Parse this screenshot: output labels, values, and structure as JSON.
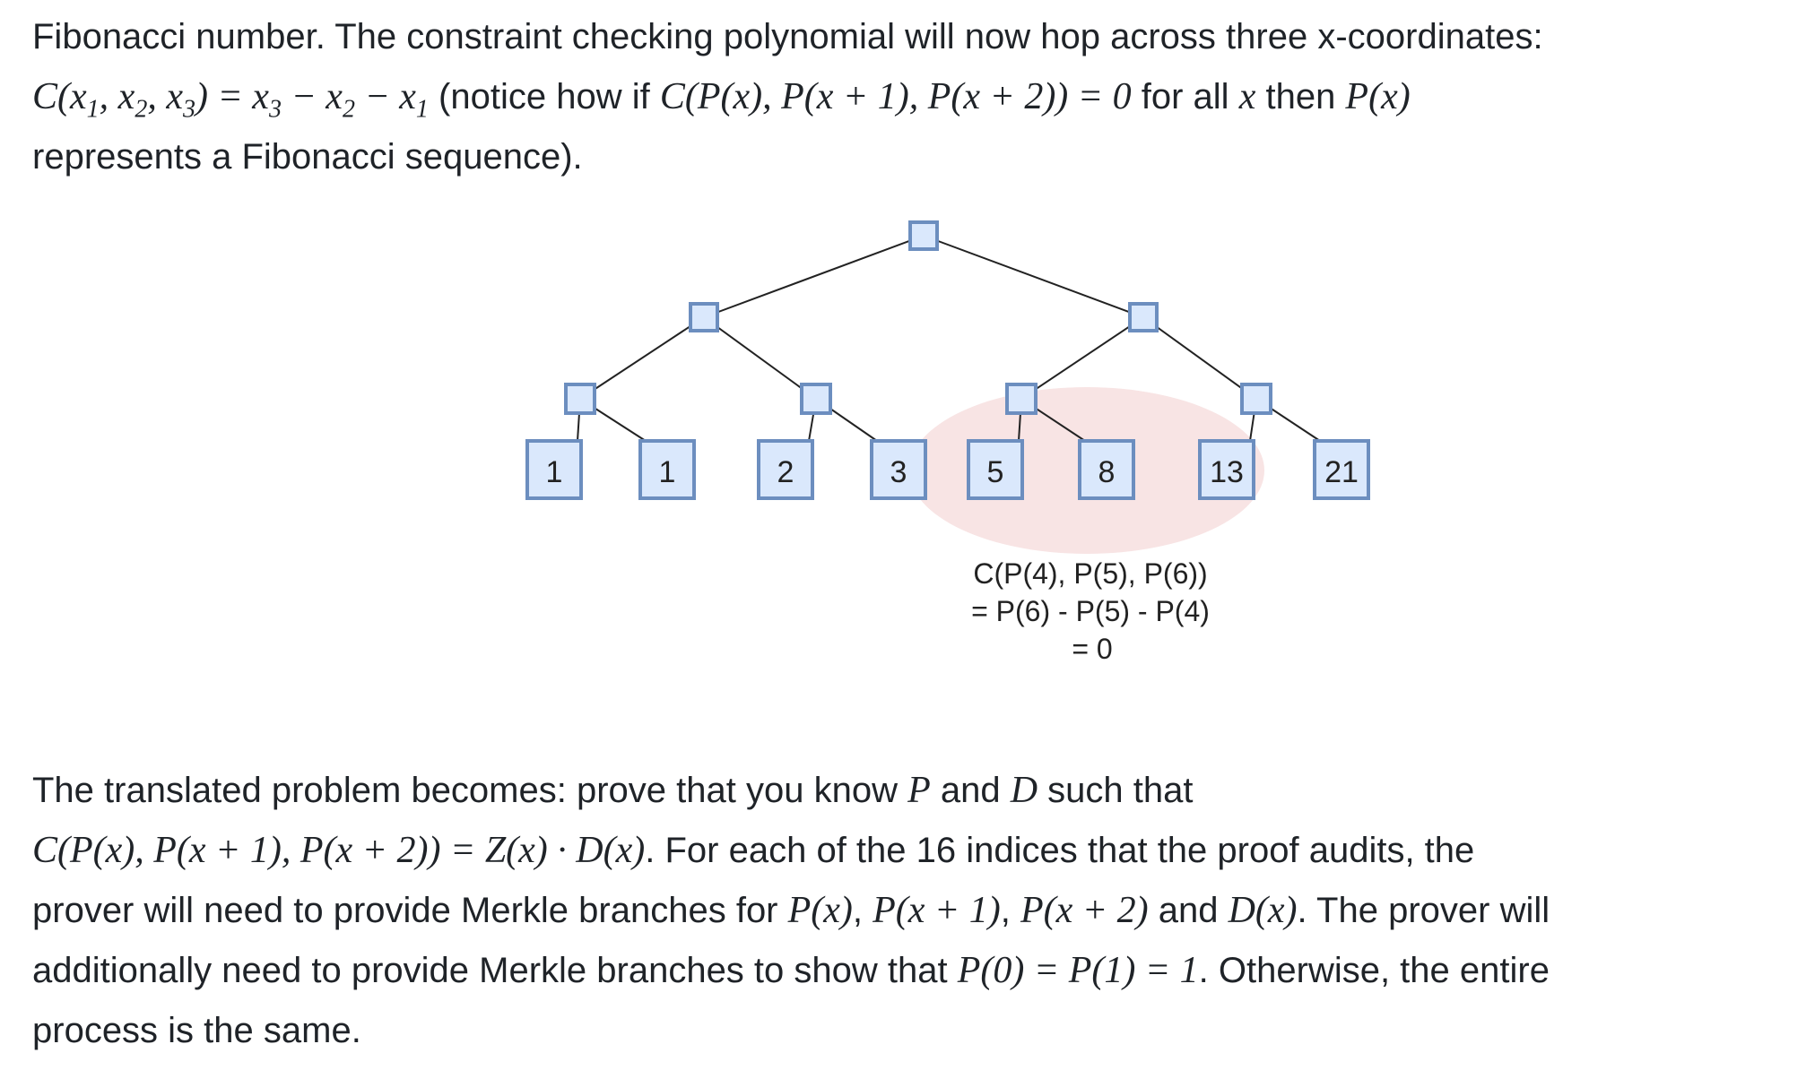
{
  "para1": {
    "s1": "Fibonacci number. The constraint checking polynomial will now hop across three x-coordinates:",
    "eq1": "C(x",
    "eq1_sub1": "1",
    "eq1_b": ", x",
    "eq1_sub2": "2",
    "eq1_c": ", x",
    "eq1_sub3": "3",
    "eq1_d": ") = x",
    "eq1_sub4": "3",
    "eq1_e": " − x",
    "eq1_sub5": "2",
    "eq1_f": " − x",
    "eq1_sub6": "1",
    "s2": " (notice how if ",
    "eq2": "C(P(x), P(x + 1), P(x + 2)) = 0",
    "s3": " for all ",
    "eq3": "x",
    "s4": " then ",
    "eq4": "P(x)",
    "s5": "represents a Fibonacci sequence)."
  },
  "diagram": {
    "leaves": [
      "1",
      "1",
      "2",
      "3",
      "5",
      "8",
      "13",
      "21"
    ],
    "caption": [
      "C(P(4), P(5), P(6))",
      "= P(6) - P(5) - P(4)",
      "= 0"
    ],
    "colors": {
      "node_fill": "#dae8fc",
      "node_stroke": "#6c8ebf",
      "highlight": "#f8e4e4",
      "line": "#222222"
    }
  },
  "para2": {
    "s1": "The translated problem becomes: prove that you know ",
    "m1": "P",
    "s2": " and ",
    "m2": "D",
    "s3": " such that",
    "eq1": "C(P(x), P(x + 1), P(x + 2)) = Z(x) · D(x)",
    "s4": ". For each of the 16 indices that the proof audits, the",
    "s5": "prover will need to provide Merkle branches for ",
    "m3": "P(x)",
    "c1": ", ",
    "m4": "P(x + 1)",
    "c2": ", ",
    "m5": "P(x + 2)",
    "s6": " and ",
    "m6": "D(x)",
    "s7": ". The prover will",
    "s8": "additionally need to provide Merkle branches to show that ",
    "eq2": "P(0) = P(1) = 1",
    "s9": ". Otherwise, the entire",
    "s10": "process is the same."
  }
}
